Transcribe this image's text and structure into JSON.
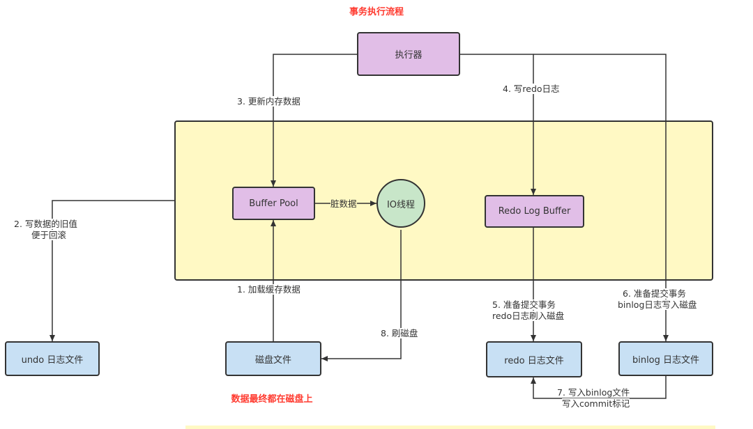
{
  "title": "事务执行流程",
  "footer_note": "数据最终都在磁盘上",
  "nodes": {
    "executor": "执行器",
    "buffer_pool": "Buffer Pool",
    "io_thread": "IO线程",
    "redo_log_buffer": "Redo Log Buffer",
    "undo_file": "undo 日志文件",
    "disk_file": "磁盘文件",
    "redo_file": "redo 日志文件",
    "binlog_file": "binlog 日志文件"
  },
  "edges": {
    "step1": "1. 加载缓存数据",
    "step2_line1": "2. 写数据的旧值",
    "step2_line2": "便于回滚",
    "step3": "3. 更新内存数据",
    "step4": "4. 写redo日志",
    "step5_line1": "5. 准备提交事务",
    "step5_line2": "redo日志刷入磁盘",
    "step6_line1": "6. 准备提交事务",
    "step6_line2": "binlog日志写入磁盘",
    "step7_line1": "7. 写入binlog文件",
    "step7_line2": "写入commit标记",
    "step8": "8. 刷磁盘",
    "dirty_data": "脏数据"
  }
}
